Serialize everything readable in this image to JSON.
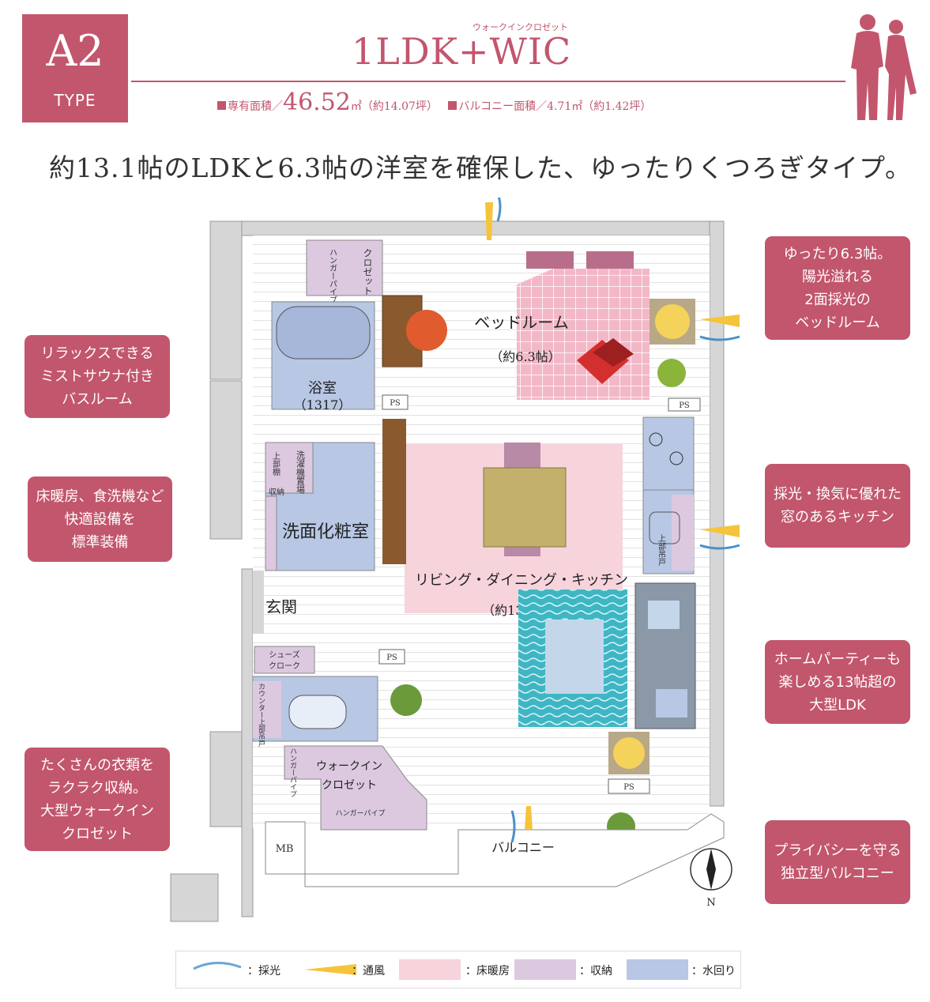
{
  "header": {
    "type_code": "A2",
    "type_word": "TYPE",
    "plan_type": "1LDK+WIC",
    "plan_ruby": "ウォークインクロゼット",
    "private_area_label": "専有面積／",
    "private_area_value": "46.52",
    "private_area_unit": "㎡（約14.07坪）",
    "balcony_label": "バルコニー面積／4.71㎡（約1.42坪）"
  },
  "headline": "約13.1帖のLDKと6.3帖の洋室を確保した、ゆったりくつろぎタイプ。",
  "callouts": {
    "left": [
      "リラックスできる\nミストサウナ付き\nバスルーム",
      "床暖房、食洗機など\n快適設備を\n標準装備",
      "たくさんの衣類を\nラクラク収納。\n大型ウォークイン\nクロゼット"
    ],
    "right": [
      "ゆったり6.3帖。\n陽光溢れる\n2面採光の\nベッドルーム",
      "採光・換気に優れた\n窓のあるキッチン",
      "ホームパーティーも\n楽しめる13帖超の\n大型LDK",
      "プライバシーを守る\n独立型バルコニー"
    ]
  },
  "plan_labels": {
    "bedroom": "ベッドルーム",
    "bedroom_size": "（約6.3帖）",
    "bath": "浴室",
    "bath_size": "（1317）",
    "washroom": "洗面化粧室",
    "laundry": "洗濯機置場",
    "upper_shelf": "上部棚",
    "storage": "収納",
    "entrance": "玄関",
    "shoes": "シューズ",
    "shoes2": "クローク",
    "counter": "カウンター上部吊戸",
    "ldk": "リビング・ダイニング・キッチン",
    "ldk_size": "（約13.1帖）",
    "wic1": "ウォークイン",
    "wic2": "クロゼット",
    "hanger_pipe": "ハンガーパイプ",
    "closet": "クロゼット",
    "kitchen_upper": "上部吊戸",
    "balcony": "バルコニー",
    "mb": "MB",
    "ps": "PS",
    "north": "N"
  },
  "legend": {
    "light": "：採光",
    "wind": "：通風",
    "floor_heat": "：床暖房",
    "storage": "：収納",
    "water": "：水回り"
  },
  "colors": {
    "accent": "#c2566d",
    "floor_heating": "#f7d3dc",
    "storage": "#dcc9e0",
    "water": "#b7c7e4",
    "wall": "#d6d6d6"
  }
}
